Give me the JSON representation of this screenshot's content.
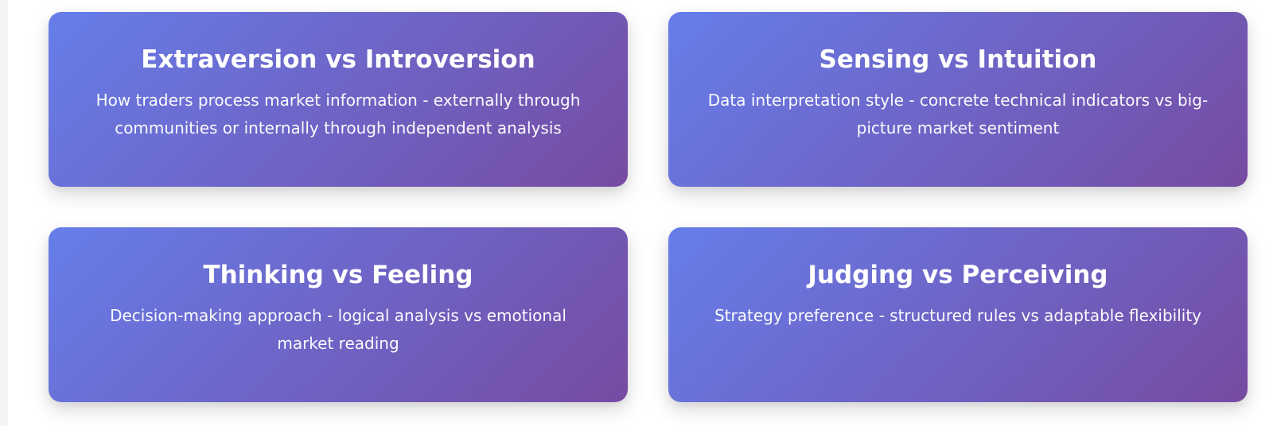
{
  "cards": [
    {
      "title": "Extraversion vs Introversion",
      "description": "How traders process market information - externally through communities or internally through independent analysis"
    },
    {
      "title": "Sensing vs Intuition",
      "description": "Data interpretation style - concrete technical indicators vs big-picture market sentiment"
    },
    {
      "title": "Thinking vs Feeling",
      "description": "Decision-making approach - logical analysis vs emotional market reading"
    },
    {
      "title": "Judging vs Perceiving",
      "description": "Strategy preference - structured rules vs adaptable flexibility"
    }
  ],
  "colors": {
    "gradient_start": "#667eea",
    "gradient_end": "#764ba2",
    "text": "#ffffff"
  }
}
